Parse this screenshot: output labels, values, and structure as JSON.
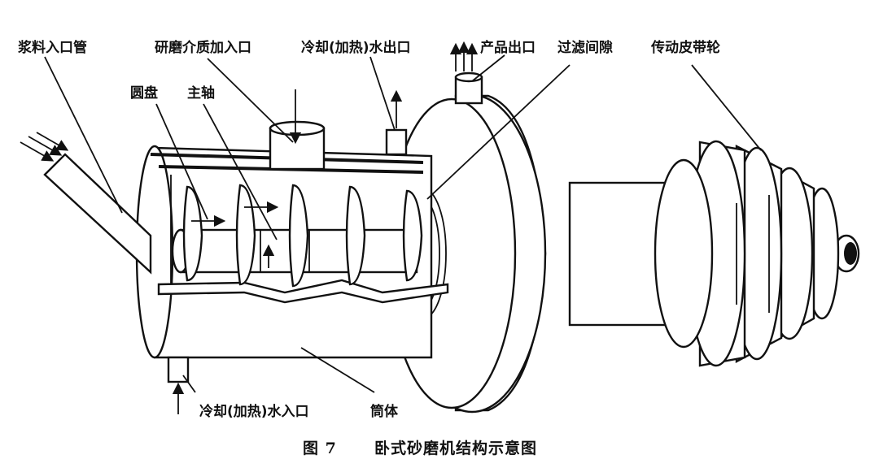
{
  "labels": {
    "slurry_inlet": "浆料入口管",
    "media_inlet": "研磨介质加入口",
    "cooling_outlet": "冷却(加热)水出口",
    "product_outlet": "产品出口",
    "filter_gap": "过滤间隙",
    "drive_pulley": "传动皮带轮",
    "disc": "圆盘",
    "main_shaft": "主轴",
    "cooling_inlet": "冷却(加热)水入口",
    "cylinder": "筒体"
  },
  "caption": {
    "figure_no": "图 7",
    "title": "卧式砂磨机结构示意图"
  }
}
